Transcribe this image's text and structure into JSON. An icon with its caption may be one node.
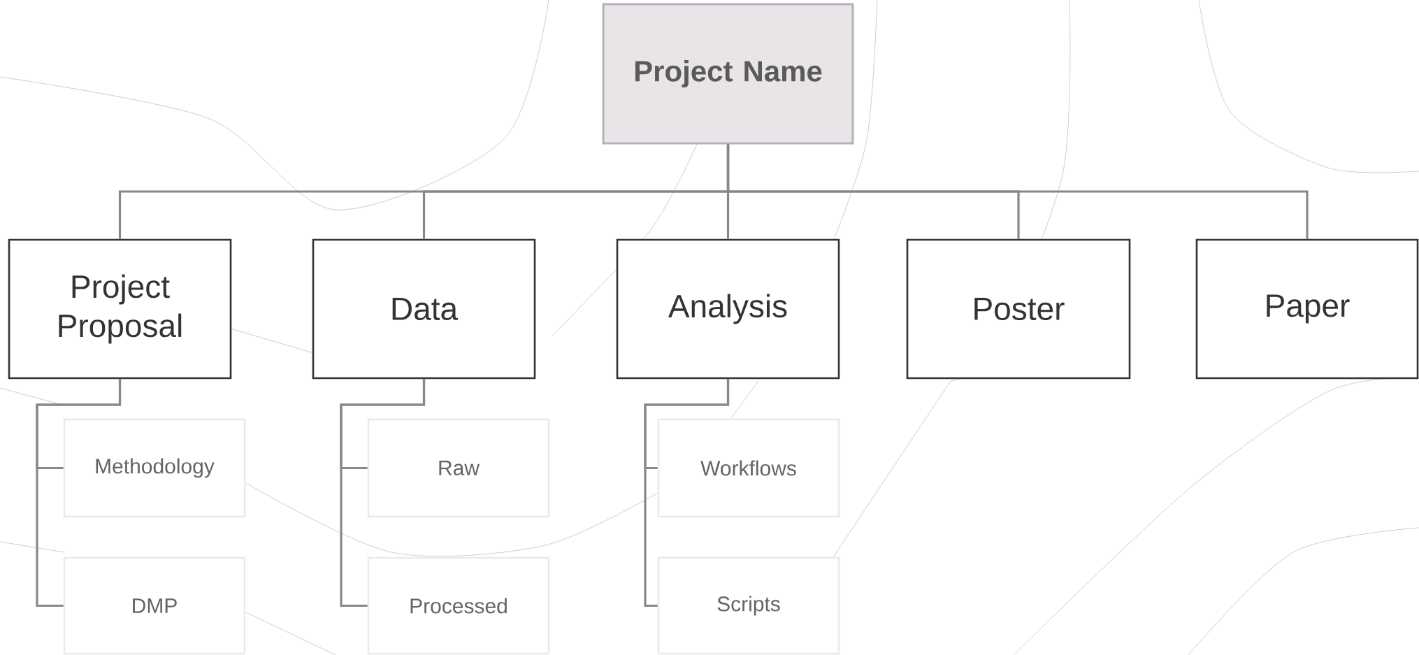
{
  "diagram": {
    "nodes": [
      {
        "text": [
          "Project Name"
        ]
      },
      {
        "text": [
          "Project Proposal"
        ]
      },
      {
        "text": [
          "Data"
        ]
      },
      {
        "text": [
          "Analysis"
        ]
      },
      {
        "text": [
          "Poster"
        ]
      },
      {
        "text": [
          "Paper"
        ]
      },
      {
        "text": [
          "Methodology"
        ]
      },
      {
        "text": [
          "DMP"
        ]
      },
      {
        "text": [
          "Raw"
        ]
      },
      {
        "text": [
          "Processed"
        ]
      },
      {
        "text": [
          "Workflows"
        ]
      },
      {
        "text": [
          "Scripts"
        ]
      }
    ],
    "edges": [
      {
        "from": 0,
        "to": 1,
        "arrow": "none"
      },
      {
        "from": 0,
        "to": 2,
        "arrow": "none"
      },
      {
        "from": 0,
        "to": 3,
        "arrow": "none"
      },
      {
        "from": 0,
        "to": 4,
        "arrow": "none"
      },
      {
        "from": 0,
        "to": 5,
        "arrow": "none"
      },
      {
        "from": 1,
        "to": 6,
        "arrow": "none"
      },
      {
        "from": 1,
        "to": 7,
        "arrow": "none"
      },
      {
        "from": 2,
        "to": 8,
        "arrow": "none"
      },
      {
        "from": 2,
        "to": 9,
        "arrow": "none"
      },
      {
        "from": 3,
        "to": 10,
        "arrow": "none"
      },
      {
        "from": 3,
        "to": 11,
        "arrow": "none"
      }
    ]
  }
}
